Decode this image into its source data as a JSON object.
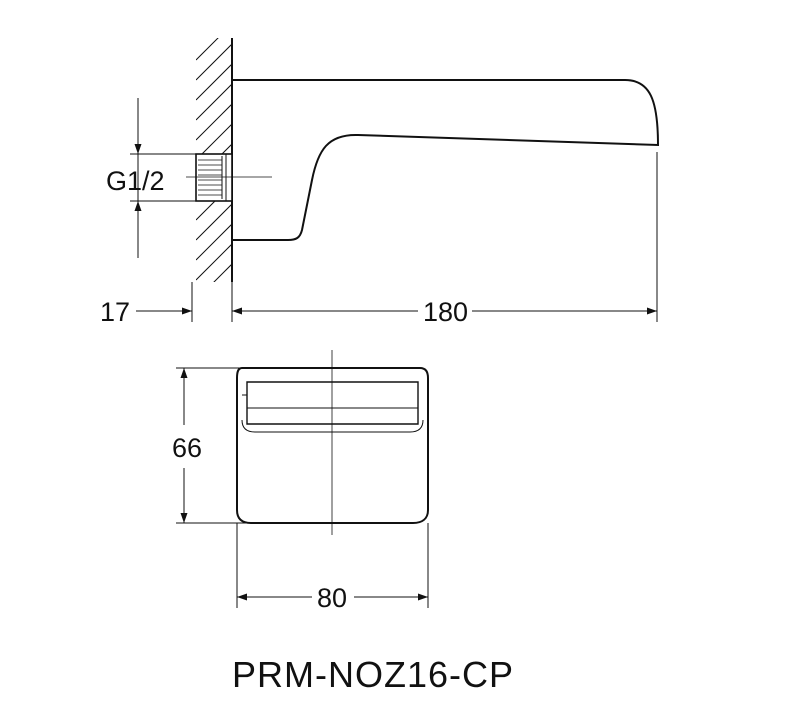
{
  "dimensions": {
    "thread": "G1/2",
    "wall_offset": "17",
    "length": "180",
    "height": "66",
    "width": "80"
  },
  "model": "PRM-NOZ16-CP",
  "colors": {
    "line": "#111111",
    "background": "#ffffff"
  }
}
